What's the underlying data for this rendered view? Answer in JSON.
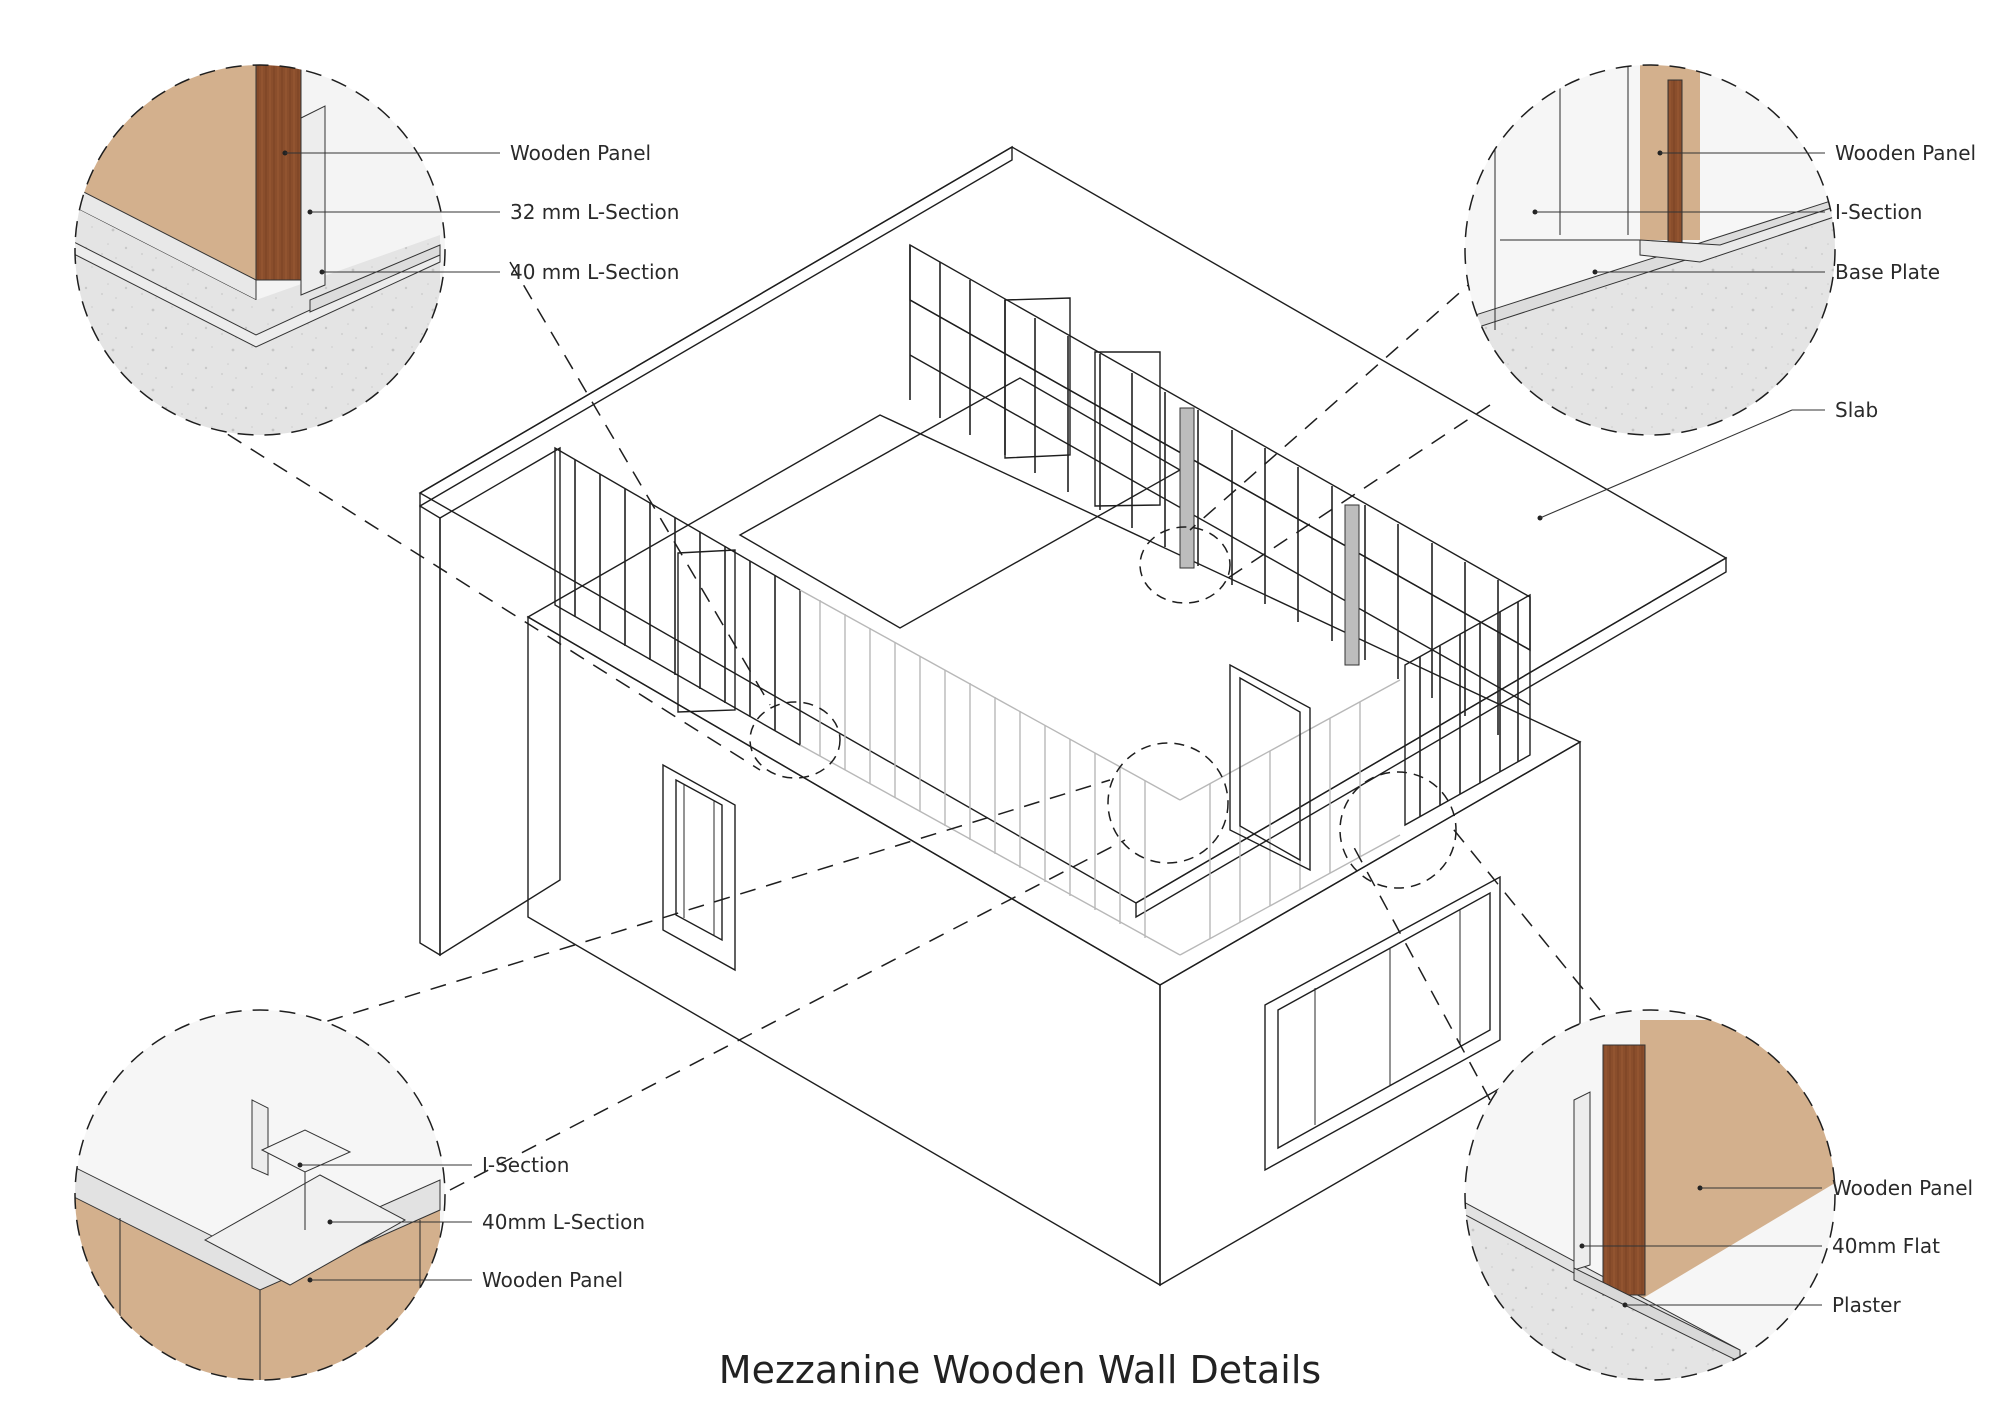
{
  "title": "Mezzanine Wooden Wall Details",
  "colors": {
    "wood": "#d3b08d",
    "wood_dark": "#8a4e2c",
    "concrete": "#e6e6e6",
    "steel": "#efefef",
    "line": "#1e1e1e"
  },
  "callouts": {
    "top_left": [
      "Wooden Panel",
      "32 mm L-Section",
      "40 mm L-Section"
    ],
    "top_right": [
      "Wooden Panel",
      "I-Section",
      "Base Plate",
      "Slab"
    ],
    "bottom_left": [
      "I-Section",
      "40mm L-Section",
      "Wooden Panel"
    ],
    "bottom_right": [
      "Wooden Panel",
      "40mm Flat",
      "Plaster"
    ]
  }
}
